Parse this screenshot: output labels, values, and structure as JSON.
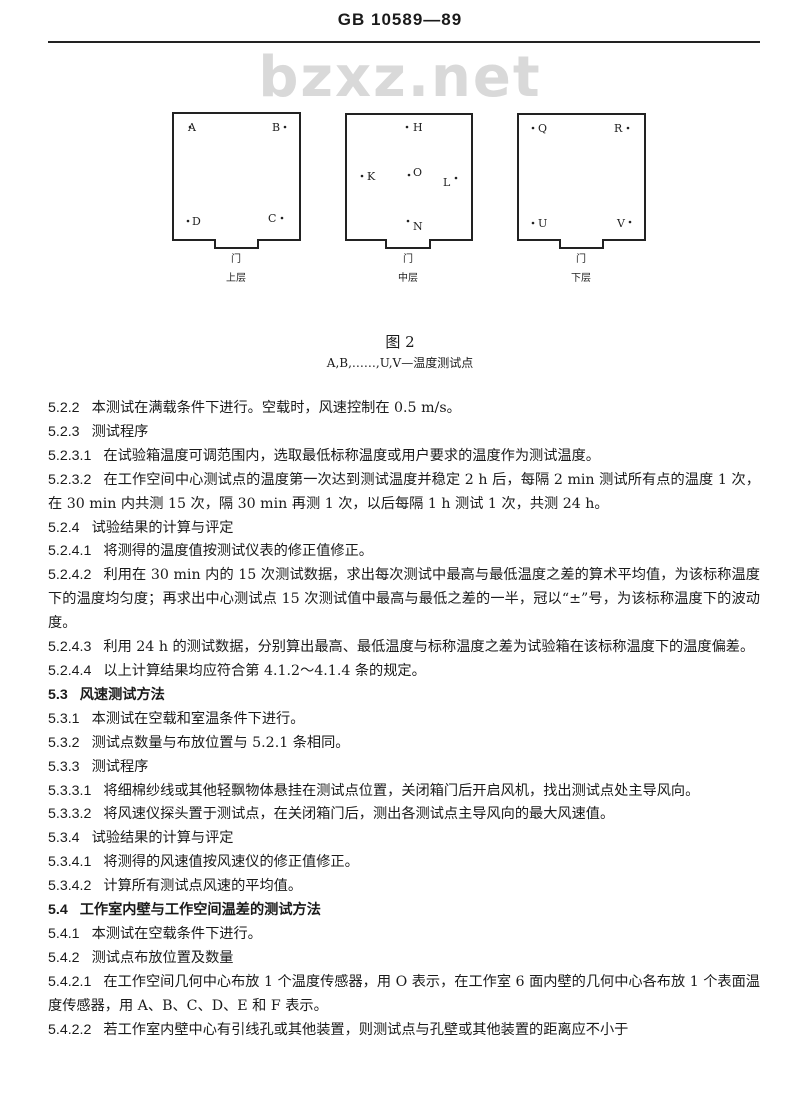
{
  "header": "GB 10589—89",
  "watermark": "bzxz.net",
  "figure": {
    "rooms": [
      {
        "points": [
          "A",
          "B",
          "C",
          "D"
        ],
        "door": "门",
        "label": "上层"
      },
      {
        "points": [
          "H",
          "K",
          "O",
          "L",
          "N"
        ],
        "door": "门",
        "label": "中层"
      },
      {
        "points": [
          "Q",
          "R",
          "U",
          "V"
        ],
        "door": "门",
        "label": "下层"
      }
    ],
    "caption": "图 2",
    "legend": "A,B,……,U,V—温度测试点"
  },
  "paragraphs": [
    {
      "num": "5.2.2",
      "text": "本测试在满载条件下进行。空载时，风速控制在 0.5 m/s。"
    },
    {
      "num": "5.2.3",
      "text": "测试程序"
    },
    {
      "num": "5.2.3.1",
      "text": "在试验箱温度可调范围内，选取最低标称温度或用户要求的温度作为测试温度。"
    },
    {
      "num": "5.2.3.2",
      "text": "在工作空间中心测试点的温度第一次达到测试温度并稳定 2 h 后，每隔 2 min 测试所有点的温度 1 次，在 30 min 内共测 15 次，隔 30 min 再测 1 次，以后每隔 1 h 测试 1 次，共测 24 h。"
    },
    {
      "num": "5.2.4",
      "text": "试验结果的计算与评定"
    },
    {
      "num": "5.2.4.1",
      "text": "将测得的温度值按测试仪表的修正值修正。"
    },
    {
      "num": "5.2.4.2",
      "text": "利用在 30 min 内的 15 次测试数据，求出每次测试中最高与最低温度之差的算术平均值，为该标称温度下的温度均匀度；再求出中心测试点 15 次测试值中最高与最低之差的一半，冠以“±”号，为该标称温度下的波动度。"
    },
    {
      "num": "5.2.4.3",
      "text": "利用 24 h 的测试数据，分别算出最高、最低温度与标称温度之差为试验箱在该标称温度下的温度偏差。"
    },
    {
      "num": "5.2.4.4",
      "text": "以上计算结果均应符合第 4.1.2～4.1.4 条的规定。"
    },
    {
      "num": "5.3",
      "text": "风速测试方法",
      "bold": true
    },
    {
      "num": "5.3.1",
      "text": "本测试在空载和室温条件下进行。"
    },
    {
      "num": "5.3.2",
      "text": "测试点数量与布放位置与 5.2.1 条相同。"
    },
    {
      "num": "5.3.3",
      "text": "测试程序"
    },
    {
      "num": "5.3.3.1",
      "text": "将细棉纱线或其他轻飘物体悬挂在测试点位置，关闭箱门后开启风机，找出测试点处主导风向。"
    },
    {
      "num": "5.3.3.2",
      "text": "将风速仪探头置于测试点，在关闭箱门后，测出各测试点主导风向的最大风速值。"
    },
    {
      "num": "5.3.4",
      "text": "试验结果的计算与评定"
    },
    {
      "num": "5.3.4.1",
      "text": "将测得的风速值按风速仪的修正值修正。"
    },
    {
      "num": "5.3.4.2",
      "text": "计算所有测试点风速的平均值。"
    },
    {
      "num": "5.4",
      "text": "工作室内壁与工作空间温差的测试方法",
      "bold": true
    },
    {
      "num": "5.4.1",
      "text": "本测试在空载条件下进行。"
    },
    {
      "num": "5.4.2",
      "text": "测试点布放位置及数量"
    },
    {
      "num": "5.4.2.1",
      "text": "在工作空间几何中心布放 1 个温度传感器，用 O 表示，在工作室 6 面内壁的几何中心各布放 1 个表面温度传感器，用 A、B、C、D、E 和 F 表示。"
    },
    {
      "num": "5.4.2.2",
      "text": "若工作室内壁中心有引线孔或其他装置，则测试点与孔壁或其他装置的距离应不小于"
    }
  ]
}
